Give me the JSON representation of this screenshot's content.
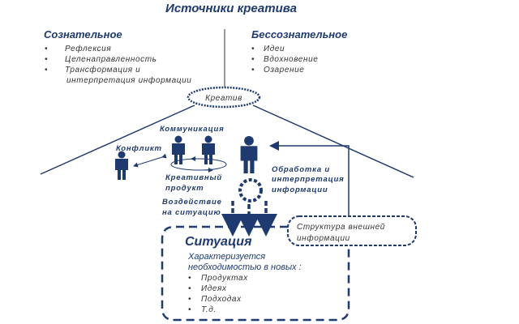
{
  "title": "Источники креатива",
  "conscious": {
    "heading": "Сознательное",
    "items": [
      "Рефлексия",
      "Целенаправленность",
      "Трансформация и",
      "интерпретация информации"
    ]
  },
  "unconscious": {
    "heading": "Бессознательное",
    "items": [
      "Идеи",
      "Вдохновение",
      "Озарение"
    ]
  },
  "center": "Креатив",
  "labels": {
    "communication": "Коммуникация",
    "conflict": "Конфликт",
    "product_1": "Креативный",
    "product_2": "продукт",
    "processing_1": "Обработка и",
    "processing_2": "интерпретация",
    "processing_3": "информации",
    "impact_1": "Воздействие",
    "impact_2": "на ситуацию"
  },
  "structure": {
    "line1": "Структура внешней",
    "line2": "информации"
  },
  "situation": {
    "heading": "Ситуация",
    "desc_1": "Характеризуется",
    "desc_2": "необходимостью в новых :",
    "items": [
      "Продуктах",
      "Идеях",
      "Подходах",
      "Т.д."
    ]
  },
  "colors": {
    "primary": "#1f3a6e"
  }
}
